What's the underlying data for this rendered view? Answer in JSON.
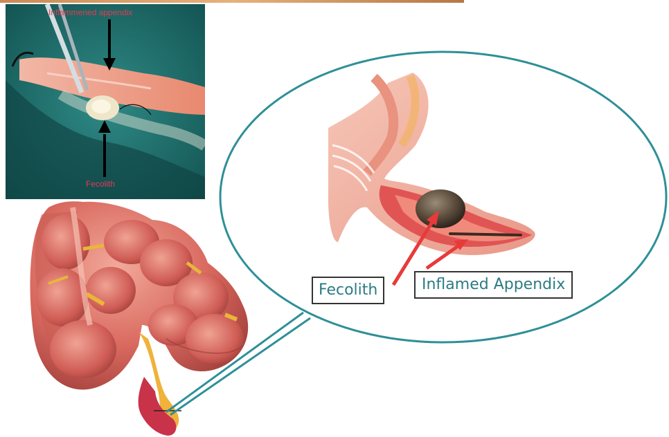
{
  "photo": {
    "label_top": "Inflammened appendix",
    "label_bottom": "Fecolith"
  },
  "diagram": {
    "label_fecolith": "Fecolith",
    "label_appendix": "Inflamed Appendix"
  },
  "colors": {
    "ellipse_outline": "#2e8f97",
    "arrow_red": "#e83a3a",
    "label_text": "#2c7b84",
    "photo_label": "#e23b55",
    "intestine": "#d9695f",
    "appendix_inflamed": "#c8334a"
  }
}
